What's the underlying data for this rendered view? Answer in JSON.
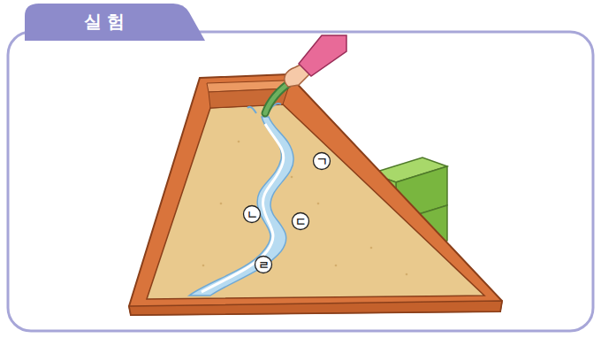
{
  "diagram": {
    "title": "실 험",
    "labels": [
      "ㄱ",
      "ㄴ",
      "ㄷ",
      "ㄹ"
    ]
  }
}
